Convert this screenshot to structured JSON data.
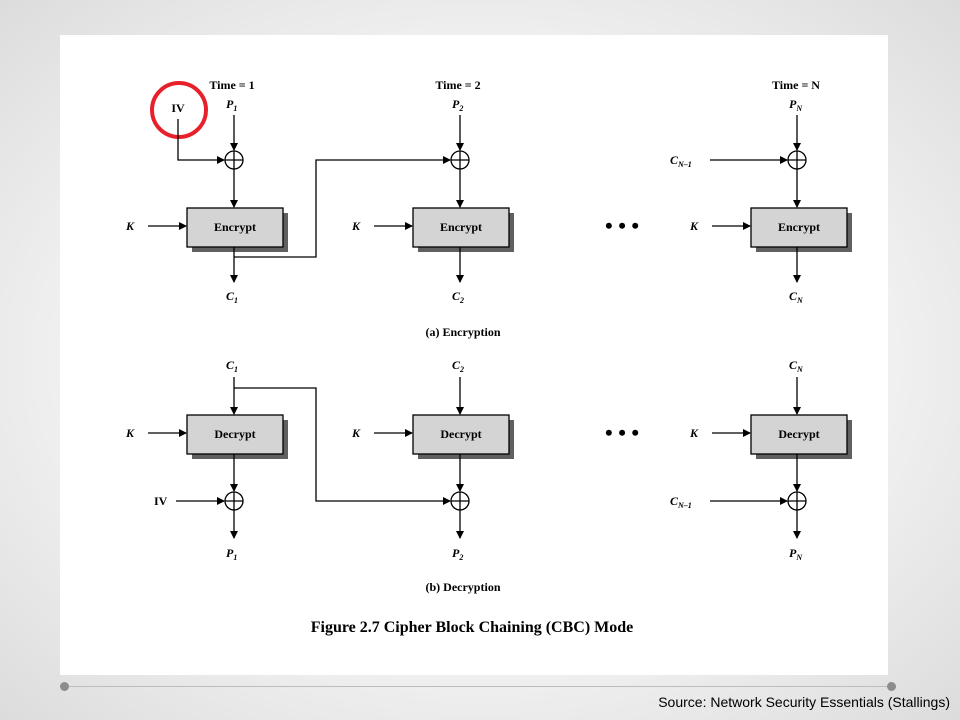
{
  "source_credit": "Source: Network Security Essentials (Stallings)",
  "figure_title": "Figure 2.7 Cipher Block Chaining (CBC) Mode",
  "encryption": {
    "caption": "(a) Encryption",
    "columns": [
      {
        "time": "Time = 1",
        "plain_base": "P",
        "plain_sub": "1",
        "cipher_base": "C",
        "cipher_sub": "1"
      },
      {
        "time": "Time = 2",
        "plain_base": "P",
        "plain_sub": "2",
        "cipher_base": "C",
        "cipher_sub": "2"
      },
      {
        "time": "Time = N",
        "plain_base": "P",
        "plain_sub": "N",
        "cipher_base": "C",
        "cipher_sub": "N"
      }
    ],
    "iv_label": "IV",
    "chain_in_base": "C",
    "chain_in_sub": "N–1",
    "box_label": "Encrypt",
    "key_label": "K"
  },
  "decryption": {
    "caption": "(b) Decryption",
    "columns": [
      {
        "cipher_base": "C",
        "cipher_sub": "1",
        "plain_base": "P",
        "plain_sub": "1"
      },
      {
        "cipher_base": "C",
        "cipher_sub": "2",
        "plain_base": "P",
        "plain_sub": "2"
      },
      {
        "cipher_base": "C",
        "cipher_sub": "N",
        "plain_base": "P",
        "plain_sub": "N"
      }
    ],
    "iv_label": "IV",
    "chain_in_base": "C",
    "chain_in_sub": "N–1",
    "box_label": "Decrypt",
    "key_label": "K"
  },
  "ellipsis": "•   •   •",
  "highlight_color": "#e8202a"
}
